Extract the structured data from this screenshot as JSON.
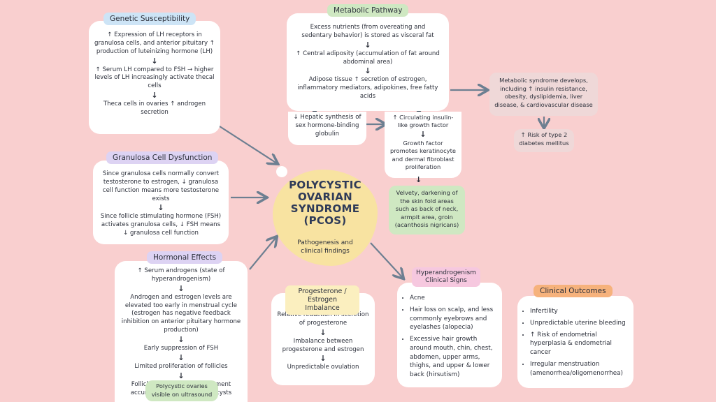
{
  "colors": {
    "background": "#f9cfcf",
    "center_blob": "#f8e3a1",
    "tag_blue": "#cde4f6",
    "tag_green": "#cfe8c2",
    "tag_purple": "#ddd3f3",
    "tag_yellow": "#fbefbf",
    "tag_pink": "#f6c8df",
    "tag_orange": "#f6b27c",
    "note_gray": "#efd8d8",
    "arrow": "#6d7f91"
  },
  "center": {
    "title_lines": [
      "POLYCYSTIC",
      "OVARIAN",
      "SYNDROME",
      "(PCOS)"
    ],
    "subtitle_lines": [
      "Pathogenesis and",
      "clinical findings"
    ]
  },
  "genetic": {
    "title": "Genetic Susceptibility",
    "steps": [
      "↑ Expression of LH receptors in granulosa cells, and anterior pituitary ↑ production of luteinizing hormone (LH)",
      "↑ Serum LH compared to FSH → higher levels of LH increasingly activate thecal cells",
      "Theca cells in ovaries ↑ androgen secretion"
    ]
  },
  "granulosa": {
    "title": "Granulosa Cell Dysfunction",
    "steps": [
      "Since granulosa cells normally convert testosterone to estrogen, ↓ granulosa cell function means more testosterone exists",
      "Since follicle stimulating hormone (FSH) activates granulosa cells, ↓ FSH means ↓ granulosa cell function"
    ]
  },
  "hormonal": {
    "title": "Hormonal Effects",
    "steps": [
      "↑ Serum androgens (state of hyperandrogenism)",
      "Androgen and estrogen levels are elevated too early in menstrual cycle (estrogen has negative feedback inhibition on anterior pituitary hormone production)",
      "Early suppression of FSH",
      "Limited proliferation of follicles",
      "Follicles arrested in development accumulate fluid, becoming cysts"
    ],
    "result": "Polycystic ovaries visible on ultrasound"
  },
  "metabolic": {
    "title": "Metabolic Pathway",
    "steps": [
      "Excess nutrients (from overeating and sedentary behavior) is stored as visceral fat",
      "↑ Central adiposity (accumulation of fat around abdominal area)",
      "Adipose tissue ↑ secretion of estrogen, inflammatory mediators, adipokines, free fatty acids"
    ],
    "left_branch": "↓ Hepatic synthesis of sex hormone-binding globulin",
    "right_branch": "↑ Circulating insulin-like growth factor",
    "growth_factor": "Growth factor promotes keratinocyte and dermal fibroblast proliferation",
    "skin_result": "Velvety, darkening of the skin fold areas such as back of neck, armpit area, groin (acanthosis nigricans)",
    "metabolic_syndrome": "Metabolic syndrome develops, including ↑ insulin resistance, obesity, dyslipidemia, liver disease, & cardiovascular disease",
    "diabetes_risk": "↑ Risk of type 2 diabetes mellitus"
  },
  "progesterone": {
    "title": "Progesterone / Estrogen Imbalance",
    "steps": [
      "Relative reduction in secretion of progesterone",
      "Imbalance between progesterone and estrogen",
      "Unpredictable ovulation"
    ]
  },
  "hyperandrogenism": {
    "title": "Hyperandrogenism Clinical Signs",
    "items": [
      "Acne",
      "Hair loss on scalp, and less commonly eyebrows and eyelashes (alopecia)",
      "Excessive hair growth around mouth, chin, chest, abdomen, upper arms, thighs, and upper & lower back (hirsutism)"
    ]
  },
  "outcomes": {
    "title": "Clinical Outcomes",
    "items": [
      "Infertility",
      "Unpredictable uterine bleeding",
      "↑ Risk of endometrial hyperplasia & endometrial cancer",
      "Irregular menstruation (amenorrhea/oligomenorrhea)"
    ]
  }
}
